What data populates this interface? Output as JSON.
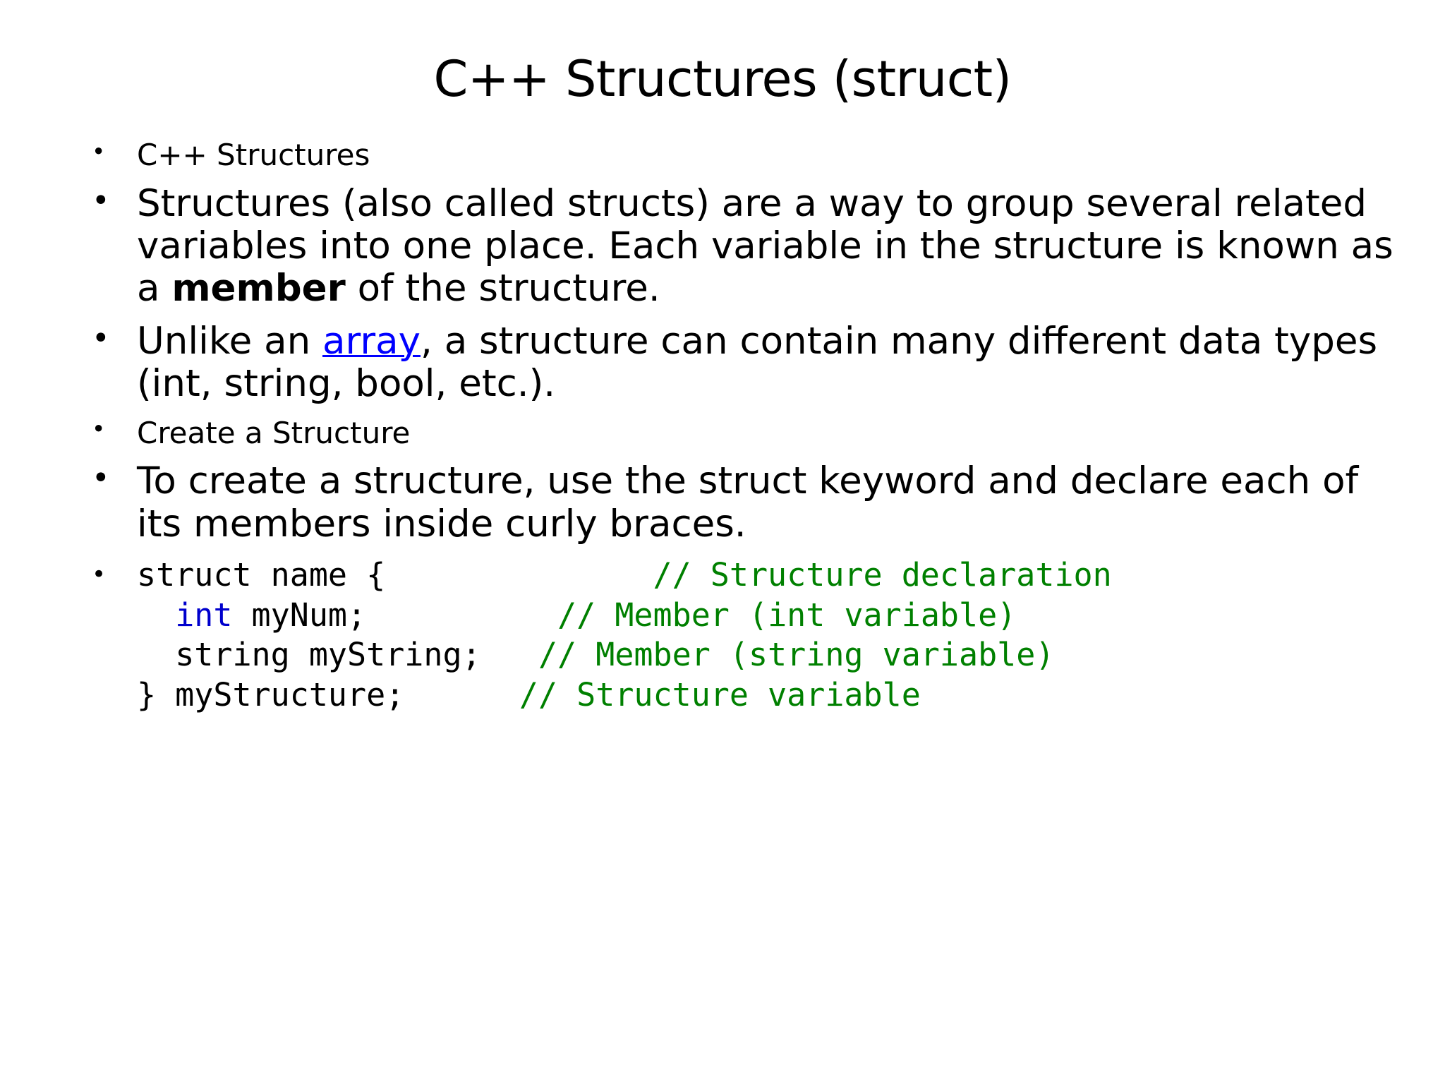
{
  "slide": {
    "title": "C++ Structures (struct)",
    "bullet_glyph": "•",
    "colors": {
      "text": "#000000",
      "link": "#0000FF",
      "comment_green": "#008000",
      "keyword_blue": "#0000CD",
      "background": "#FFFFFF"
    },
    "bullets": [
      {
        "id": "b1",
        "size": "small",
        "text": "C++ Structures"
      },
      {
        "id": "b2",
        "size": "large",
        "text_parts": {
          "p1": "Structures (also called structs) are a way to group several related variables into one place. Each variable in the structure is known as a ",
          "bold": "member",
          "p2": " of the structure."
        }
      },
      {
        "id": "b3",
        "size": "large",
        "text_parts": {
          "p1": "Unlike an ",
          "link": "array",
          "p2": ", a structure can contain many different data types (int, string, bool, etc.)."
        }
      },
      {
        "id": "b4",
        "size": "small",
        "text": "Create a Structure"
      },
      {
        "id": "b5",
        "size": "large",
        "text": "To create a structure, use the struct keyword and declare each of its members inside curly braces."
      }
    ],
    "code_block": {
      "lines": [
        {
          "id": "c1",
          "code": "struct name {",
          "gap": "              ",
          "comment": "// Structure declaration"
        },
        {
          "id": "c2",
          "keyword": "int",
          "code": " myNum;",
          "gap": "          ",
          "comment": "// Member (int variable)"
        },
        {
          "id": "c3",
          "code": "string myString;",
          "gap": "   ",
          "comment": "// Member (string variable)"
        },
        {
          "id": "c4",
          "code": "} myStructure;",
          "gap": "      ",
          "comment": "// Structure variable"
        }
      ]
    }
  }
}
